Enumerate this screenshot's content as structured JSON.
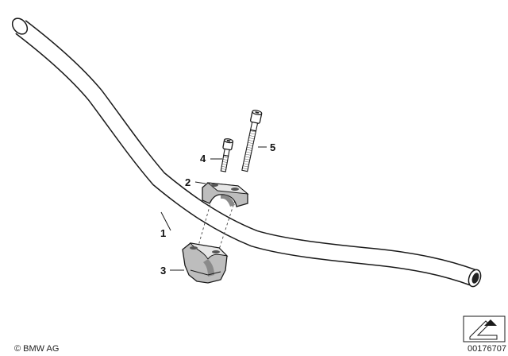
{
  "callouts": {
    "handlebar": "1",
    "upper_clamp": "2",
    "riser": "3",
    "short_screw": "4",
    "long_screw": "5"
  },
  "footer": {
    "copyright": "© BMW AG",
    "image_number": "00176707"
  }
}
